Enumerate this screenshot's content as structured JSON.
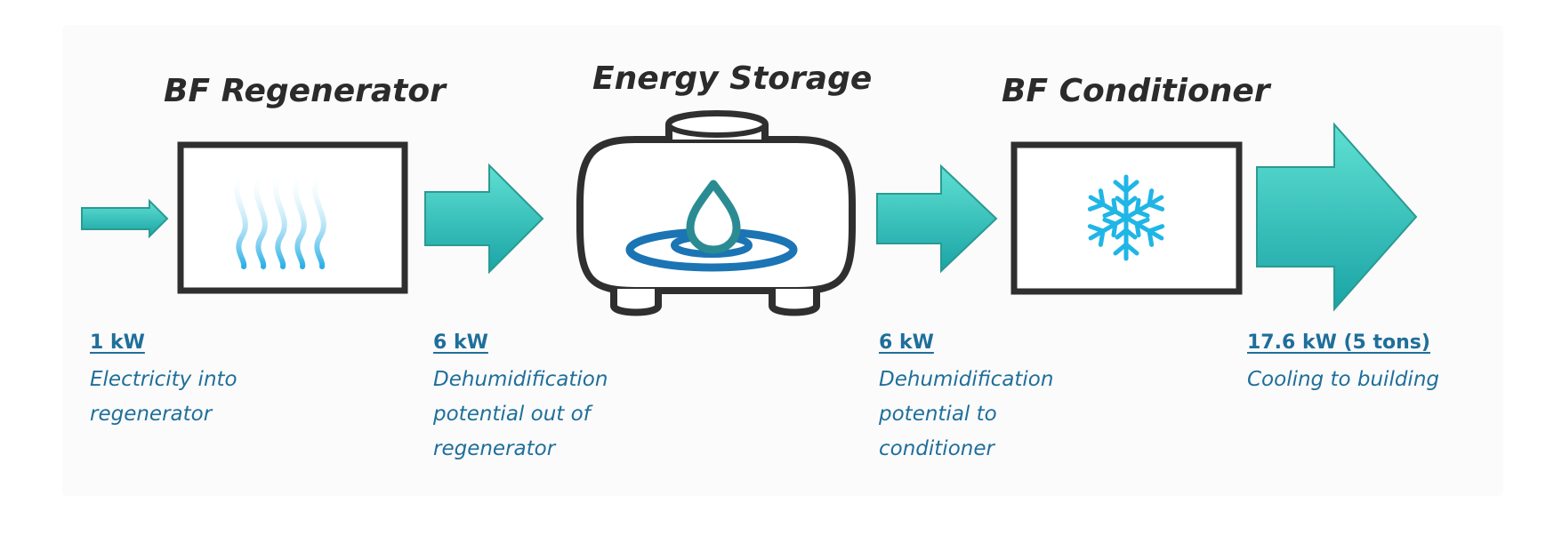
{
  "stages": {
    "regenerator": {
      "title": "BF Regenerator"
    },
    "storage": {
      "title": "Energy Storage"
    },
    "conditioner": {
      "title": "BF Conditioner"
    }
  },
  "flows": [
    {
      "value": "1 kW",
      "description": "Electricity into\nregenerator"
    },
    {
      "value": "6 kW",
      "description": "Dehumidification\npotential out of\nregenerator"
    },
    {
      "value": "6 kW",
      "description": "Dehumidification\npotential to\nconditioner"
    },
    {
      "value": "17.6 kW (5 tons)",
      "description": "Cooling to building"
    }
  ],
  "colors": {
    "arrow_top": "#5fe0d2",
    "arrow_bottom": "#1aa4a6",
    "box_outline": "#2f2f2f",
    "caption": "#1f6f9b",
    "droplet": "#2a8c92",
    "ripple": "#1b74b3",
    "snowflake": "#1fb6e6",
    "heat_waves": "#2ab0e6"
  },
  "icons": [
    "heat-waves-icon",
    "water-droplet-icon",
    "snowflake-icon"
  ]
}
